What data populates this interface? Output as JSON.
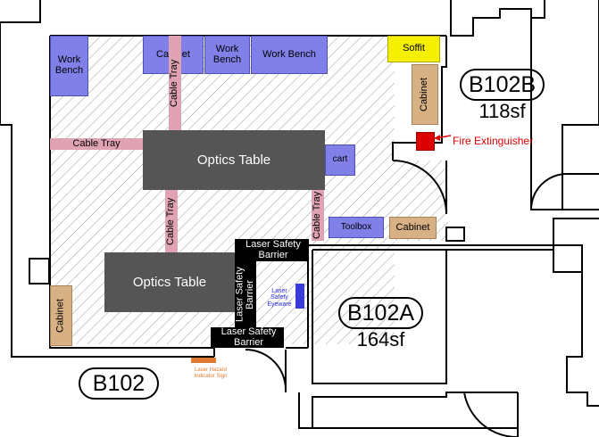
{
  "rooms": {
    "b102": {
      "name": "B102"
    },
    "b102a": {
      "name": "B102A",
      "area": "164sf"
    },
    "b102b": {
      "name": "B102B",
      "area": "118sf"
    }
  },
  "equipment": {
    "work_bench_1": "Work Bench",
    "cabinet_top": "Cabinet",
    "work_bench_2": "Work Bench",
    "work_bench_3": "Work Bench",
    "soffit": "Soffit",
    "cabinet_right": "Cabinet",
    "cable_tray_h": "Cable Tray",
    "cable_tray_v1": "Cable Tray",
    "cable_tray_v2": "Cable Tray",
    "cable_tray_v3": "Cable Tray",
    "optics_table_1": "Optics Table",
    "optics_table_2": "Optics Table",
    "cart": "cart",
    "toolbox": "Toolbox",
    "cabinet_middle": "Cabinet",
    "cabinet_left": "Cabinet",
    "laser_barrier_top": "Laser Safety Barrier",
    "laser_barrier_vert": "Laser Safety Barrier",
    "laser_barrier_bottom": "Laser Safety Barrier",
    "laser_eyeware": "Laser Safety Eyeware",
    "fire_extinguisher": "Fire Extinguisher",
    "laser_hazard_sign": "Laser Hazard Indicator Sign"
  },
  "colors": {
    "work_bench": "#8080e8",
    "cabinet": "#d7b184",
    "soffit": "#f4f000",
    "cable_tray": "#dfa3b4",
    "optics_table": "#555555",
    "fire_extinguisher": "#dd0000",
    "hazard_sign": "#e07a30",
    "eyeware": "#3a3ae0"
  }
}
